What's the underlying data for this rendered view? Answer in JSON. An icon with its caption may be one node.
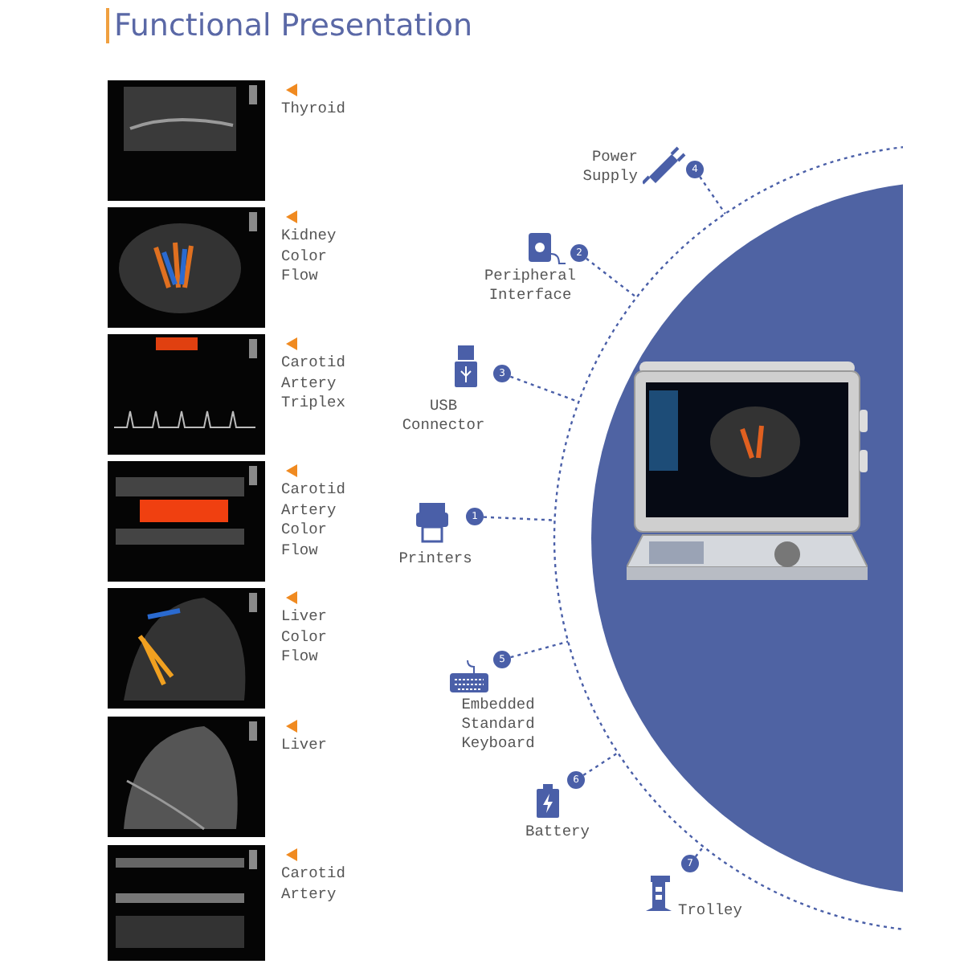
{
  "diagram": {
    "title": "Functional Presentation",
    "nodes": [
      {
        "text": [],
        "shape": "picture",
        "beside": [
          "Thyroid"
        ]
      },
      {
        "text": [],
        "shape": "picture",
        "beside": [
          "Kidney Color Flow"
        ]
      },
      {
        "text": [],
        "shape": "picture",
        "beside": [
          "Carotid Artery Triplex"
        ]
      },
      {
        "text": [],
        "shape": "picture",
        "beside": [
          "Carotid Artery Color Flow"
        ]
      },
      {
        "text": [],
        "shape": "picture",
        "beside": [
          "Liver Color Flow"
        ]
      },
      {
        "text": [],
        "shape": "picture",
        "beside": [
          "Liver"
        ]
      },
      {
        "text": [],
        "shape": "picture",
        "beside": [
          "Carotid Artery"
        ]
      },
      {
        "text": [],
        "shape": "circle"
      },
      {
        "text": [],
        "shape": "picture",
        "in": 7
      },
      {
        "text": [
          "Power Supply"
        ]
      },
      {
        "text": [
          "4"
        ]
      },
      {
        "text": [
          "Peripheral Interface"
        ]
      },
      {
        "text": [
          "2"
        ]
      },
      {
        "text": [
          "USB Connector"
        ]
      },
      {
        "text": [
          "3"
        ]
      },
      {
        "text": [
          "Printers"
        ]
      },
      {
        "text": [
          "1"
        ]
      },
      {
        "text": [
          "Embedded Standard Keyboard"
        ]
      },
      {
        "text": [
          "5"
        ]
      },
      {
        "text": [
          "Battery"
        ]
      },
      {
        "text": [
          "6"
        ]
      },
      {
        "text": [
          "Trolley"
        ]
      },
      {
        "text": [
          "7"
        ]
      }
    ],
    "edges": [
      {
        "from": 10,
        "to": 7,
        "arrow": "none",
        "style": "dashed"
      },
      {
        "from": 12,
        "to": 7,
        "arrow": "none",
        "style": "dashed"
      },
      {
        "from": 14,
        "to": 7,
        "arrow": "none",
        "style": "dashed"
      },
      {
        "from": 16,
        "to": 7,
        "arrow": "none",
        "style": "dashed"
      },
      {
        "from": 18,
        "to": 7,
        "arrow": "none",
        "style": "dashed"
      },
      {
        "from": 20,
        "to": 7,
        "arrow": "none",
        "style": "dashed"
      },
      {
        "from": 22,
        "to": 7,
        "arrow": "none",
        "style": "dashed"
      }
    ]
  }
}
